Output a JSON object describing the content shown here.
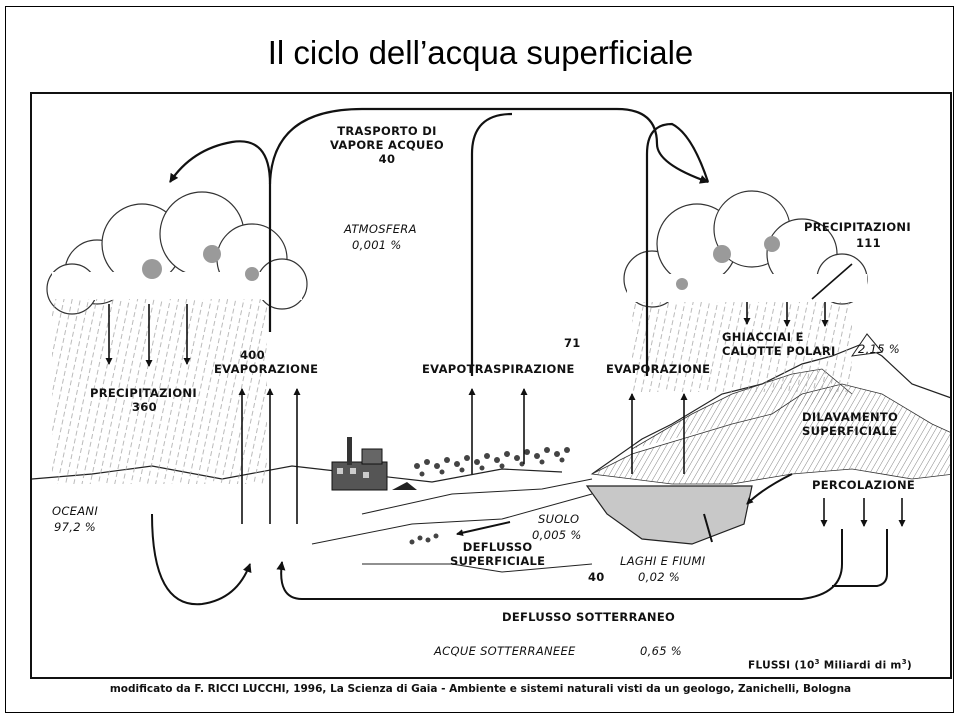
{
  "title": "Il ciclo dell’acqua superficiale",
  "labels": {
    "trasporto_l1": "TRASPORTO DI",
    "trasporto_l2": "VAPORE ACQUEO",
    "trasporto_value": "40",
    "atmosfera": "ATMOSFERA",
    "atmosfera_pct": "0,001 %",
    "precip_right_label": "PRECIPITAZIONI",
    "precip_right_value": "111",
    "value_71": "71",
    "ghiacciai_l1": "GHIACCIAI E",
    "ghiacciai_l2": "CALOTTE POLARI",
    "ghiacciai_pct": "2,15 %",
    "evap_left_value": "400",
    "evap_left": "EVAPORAZIONE",
    "evapotraspirazione": "EVAPOTRASPIRAZIONE",
    "evap_right": "EVAPORAZIONE",
    "precip_left_label": "PRECIPITAZIONI",
    "precip_left_value": "360",
    "dilavamento_l1": "DILAVAMENTO",
    "dilavamento_l2": "SUPERFICIALE",
    "percolazione": "PERCOLAZIONE",
    "oceani": "OCEANI",
    "oceani_pct": "97,2 %",
    "suolo": "SUOLO",
    "suolo_pct": "0,005 %",
    "deflusso_sup_l1": "DEFLUSSO",
    "deflusso_sup_l2": "SUPERFICIALE",
    "deflusso_sup_value": "40",
    "laghi": "LAGHI E FIUMI",
    "laghi_pct": "0,02 %",
    "deflusso_sott": "DEFLUSSO SOTTERRANEO",
    "acque_sott": "ACQUE SOTTERRANEEE",
    "acque_sott_pct": "0,65 %",
    "flussi_pre": "FLUSSI (10",
    "flussi_sup": "3",
    "flussi_mid": " Miliardi di m",
    "flussi_sup2": "3",
    "flussi_post": ")"
  },
  "caption": "modificato da  F. RICCI LUCCHI, 1996, La Scienza di Gaia - Ambiente e sistemi naturali visti da un geologo, Zanichelli, Bologna",
  "colors": {
    "water": "#c8c8c8",
    "ink": "#111111",
    "cloud_shade": "#9a9a9a"
  }
}
